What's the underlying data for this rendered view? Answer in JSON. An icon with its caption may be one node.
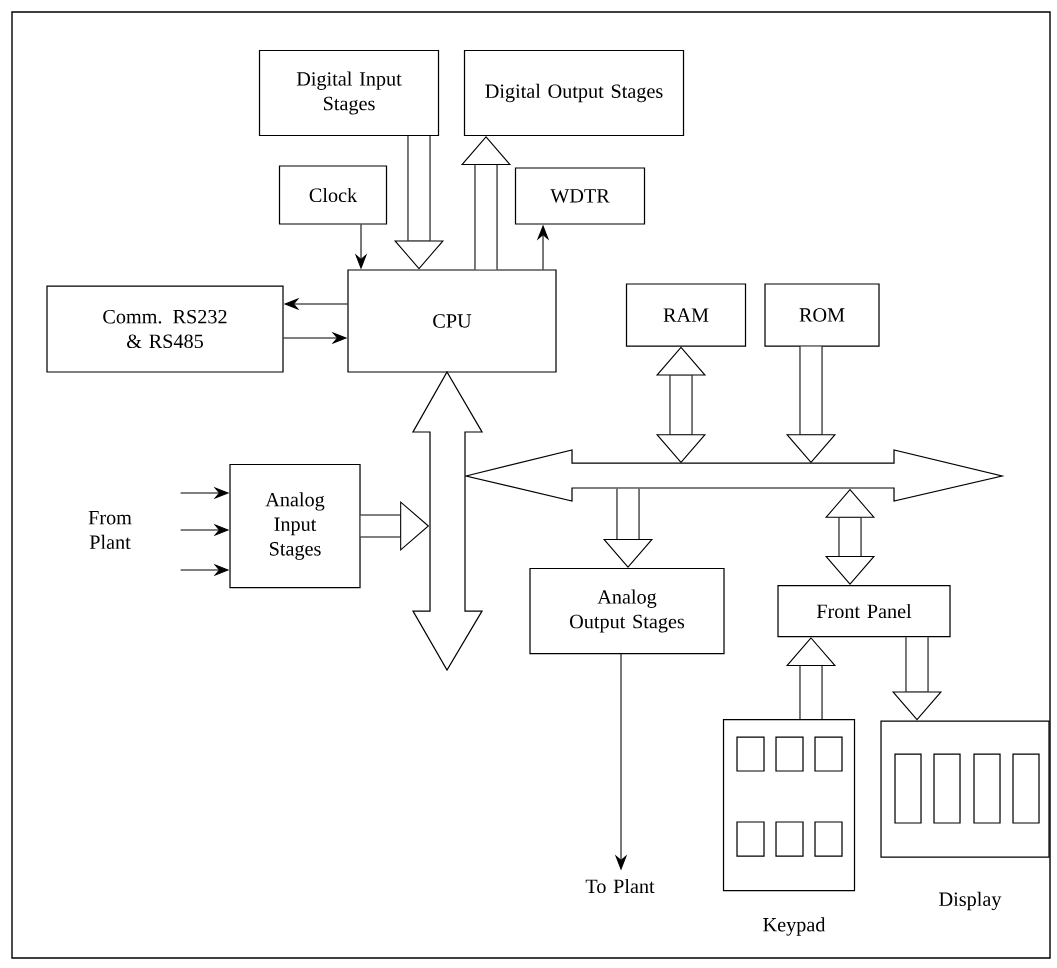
{
  "diagram": {
    "nodes": [
      {
        "text": [
          "Digital Input Stages"
        ]
      },
      {
        "text": [
          "Digital Output Stages"
        ]
      },
      {
        "text": [
          "Clock"
        ]
      },
      {
        "text": [
          "WDTR"
        ]
      },
      {
        "text": [
          "Comm. RS232 & RS485"
        ]
      },
      {
        "text": [
          "CPU"
        ]
      },
      {
        "text": [
          "RAM"
        ]
      },
      {
        "text": [
          "ROM"
        ]
      },
      {
        "text": [],
        "shape": "bar"
      },
      {
        "text": [],
        "shape": "bar"
      },
      {
        "text": [
          "From Plant"
        ]
      },
      {
        "text": [
          "Analog Input Stages"
        ]
      },
      {
        "text": [
          "Analog Output Stages"
        ]
      },
      {
        "text": [
          "To Plant"
        ]
      },
      {
        "text": [
          "Front Panel"
        ]
      },
      {
        "text": [
          "Keypad"
        ]
      },
      {
        "text": [
          "Display"
        ]
      }
    ],
    "edges": [
      {
        "from": 0,
        "to": 5,
        "arrow": "to"
      },
      {
        "from": 5,
        "to": 1,
        "arrow": "to"
      },
      {
        "from": 2,
        "to": 5,
        "arrow": "to"
      },
      {
        "from": 5,
        "to": 3,
        "arrow": "to"
      },
      {
        "from": 5,
        "to": 4,
        "arrow": "to"
      },
      {
        "from": 4,
        "to": 5,
        "arrow": "to"
      },
      {
        "from": 10,
        "to": 11,
        "arrow": "to"
      },
      {
        "from": 10,
        "to": 11,
        "arrow": "to"
      },
      {
        "from": 10,
        "to": 11,
        "arrow": "to"
      },
      {
        "from": 11,
        "to": 9,
        "arrow": "to"
      },
      {
        "from": 6,
        "to": 8,
        "arrow": "both"
      },
      {
        "from": 7,
        "to": 8,
        "arrow": "to"
      },
      {
        "from": 8,
        "to": 12,
        "arrow": "to"
      },
      {
        "from": 8,
        "to": 14,
        "arrow": "both"
      },
      {
        "from": 15,
        "to": 14,
        "arrow": "to"
      },
      {
        "from": 14,
        "to": 16,
        "arrow": "to"
      },
      {
        "from": 12,
        "to": 13,
        "arrow": "to"
      }
    ]
  }
}
